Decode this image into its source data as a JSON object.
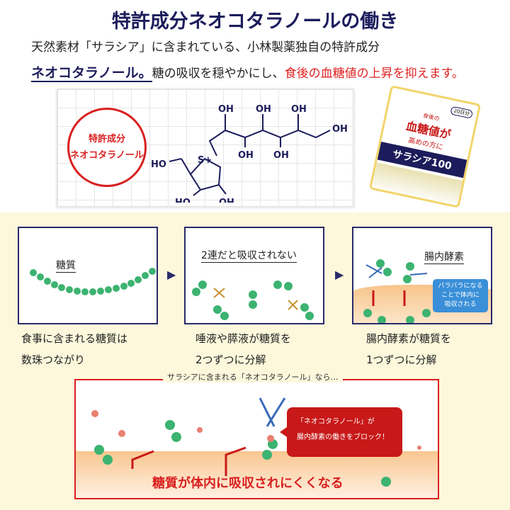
{
  "title": "特許成分ネオコタラノールの働き",
  "intro": {
    "line1": "天然素材「サラシア」に含まれている、小林製薬独自の特許成分",
    "highlight": "ネオコタラノール。",
    "middle": "糖の吸収を穏やかにし、",
    "red": "食後の血糖値の上昇を抑えます。"
  },
  "badge": {
    "line1": "特許成分",
    "line2": "ネオコタラノール"
  },
  "molecule": {
    "oh": "OH",
    "ho": "HO",
    "s": "S+"
  },
  "product": {
    "line1": "食後の",
    "line2": "血糖値が",
    "line3": "高めの方に",
    "name": "サラシア100",
    "count": "20日分"
  },
  "steps": [
    {
      "label": "糖質",
      "caption1": "食事に含まれる糖質は",
      "caption2": "数珠つながり"
    },
    {
      "label": "2連だと吸収されない",
      "caption1": "唾液や膵液が糖質を",
      "caption2": "2つずつに分解"
    },
    {
      "label": "腸内酵素",
      "note1": "バラバラになる",
      "note2": "ことで体内に",
      "note3": "吸収される",
      "caption1": "腸内酵素が糖質を",
      "caption2": "1つずつに分解"
    }
  ],
  "bottom": {
    "header": "サラシアに含まれる「ネオコタラノール」なら…",
    "bubble1": "「ネオコタラノール」が",
    "bubble2": "腸内酵素の働きをブロック！",
    "message": "糖質が体内に吸収されにくくなる"
  },
  "colors": {
    "navy": "#1c1c5c",
    "red": "#d92020",
    "yellow": "#fdf8dc",
    "green": "#3cb371"
  }
}
